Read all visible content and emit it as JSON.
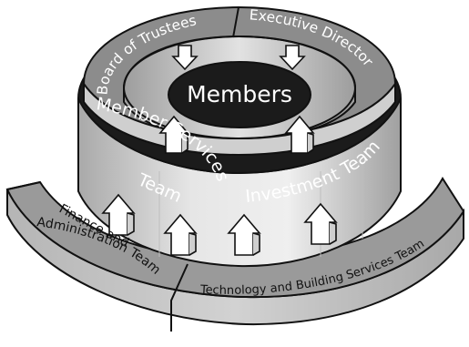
{
  "center": {
    "label": "Members"
  },
  "top_ring": {
    "left_label": "Board of Trustees",
    "right_label": "Executive Director"
  },
  "middle_ring": {
    "left_label_line1": "Member Services",
    "left_label_line2": "Team",
    "right_label": "Investment Team"
  },
  "base_ring": {
    "left_label_line1": "Finance and",
    "left_label_line2": "Administration Team",
    "right_label": "Technology and Building Services Team"
  },
  "colors": {
    "dark": "#1b1b1b",
    "ring_gray": "#8c8c8c",
    "base_gray": "#9a9a9a",
    "wall_light": "#d9d9d9",
    "arrow_fill": "#ffffff",
    "outline": "#111111"
  }
}
